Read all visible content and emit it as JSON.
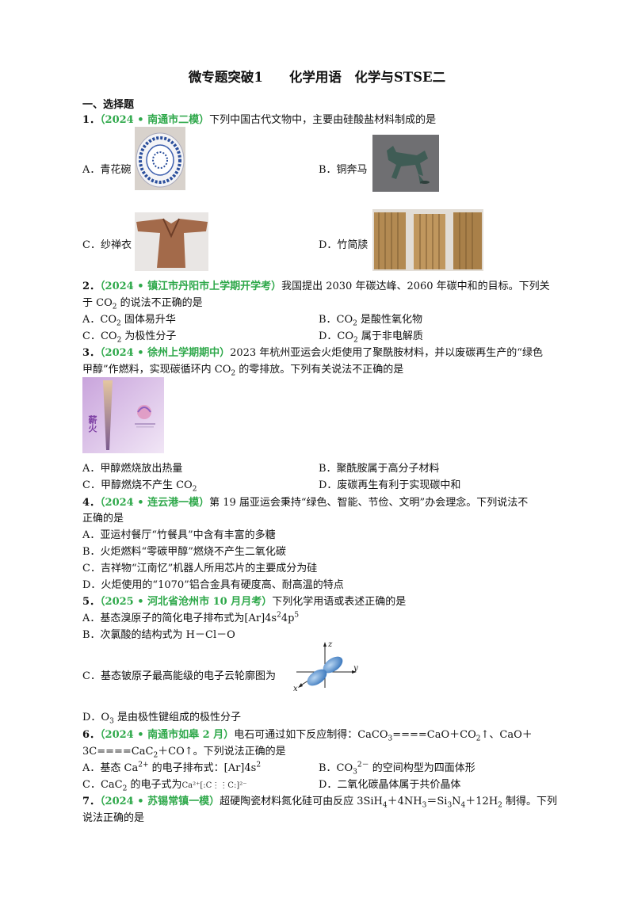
{
  "title": "微专题突破1　　化学用语　化学与STSE二",
  "section": "一、选择题",
  "q1": {
    "num": "1．",
    "src": "（2024 • 南通市二模）",
    "stem": "下列中国古代文物中，主要由硅酸盐材料制成的是",
    "a": "A．青花碗",
    "b": "B．铜奔马",
    "c": "C．纱禅衣",
    "d": "D．竹简牍"
  },
  "q2": {
    "num": "2．",
    "src": "（2024 • 镇江市丹阳市上学期开学考）",
    "stem1": "我国提出 2030 年碳达峰、2060 年碳中和的目标。下列关",
    "stem2a": "于 CO",
    "stem2b": "2",
    "stem2c": " 的说法不正确的是",
    "a1": "A．CO",
    "a2": "2",
    "a3": " 固体易升华",
    "b1": "B．CO",
    "b2": "2",
    "b3": " 是酸性氧化物",
    "c1": "C．CO",
    "c2": "2",
    "c3": " 为极性分子",
    "d1": "D．CO",
    "d2": "2",
    "d3": " 属于非电解质"
  },
  "q3": {
    "num": "3．",
    "src": "（2024 • 徐州上学期期中）",
    "stem1": "2023 年杭州亚运会火炬使用了聚酰胺材料，并以废碳再生产的“绿色",
    "stem2a": "甲醇”作燃料，实现碳循环内 CO",
    "stem2b": "2",
    "stem2c": " 的零排放。下列有关说法不正确的是",
    "a": "A．甲醇燃烧放出热量",
    "b": "B．聚酰胺属于高分子材料",
    "c1": "C．甲醇燃烧不产生 CO",
    "c2": "2",
    "d": "D．废碳再生有利于实现碳中和",
    "torch_text": "薪火"
  },
  "q4": {
    "num": "4．",
    "src": "（2024 • 连云港一模）",
    "stem1": "第 19 届亚运会秉持“绿色、智能、节俭、文明”办会理念。下列说法不",
    "stem2": "正确的是",
    "a": "A．亚运村餐厅“竹餐具”中含有丰富的多糖",
    "b": "B．火炬燃料“零碳甲醇”燃烧不产生二氧化碳",
    "c": "C．吉祥物“江南忆”机器人所用芯片的主要成分为硅",
    "d": "D．火炬使用的“1070”铝合金具有硬度高、耐高温的特点"
  },
  "q5": {
    "num": "5．",
    "src": "（2025 • 河北省沧州市 10 月月考）",
    "stem": "下列化学用语或表述正确的是",
    "a1": "A．基态溴原子的简化电子排布式为[Ar]4s",
    "a2": "2",
    "a3": "4p",
    "a4": "5",
    "b": "B．次氯酸的结构式为 H－Cl－O",
    "c": "C．基态铍原子最高能级的电子云轮廓图为",
    "d1": "D．O",
    "d2": "3",
    "d3": " 是由极性键组成的极性分子",
    "axis_z": "z",
    "axis_y": "y",
    "axis_x": "x"
  },
  "q6": {
    "num": "6．",
    "src": "（2024 • 南通市如皋 2 月）",
    "stem1a": "电石可通过如下反应制得：CaCO",
    "stem1b": "3",
    "stem1c": "====CaO＋CO",
    "stem1d": "2",
    "stem1e": "↑、CaO＋",
    "stem2a": "3C====CaC",
    "stem2b": "2",
    "stem2c": "＋CO↑。下列说法正确的是",
    "a1": "A．基态 Ca",
    "a2": "2+",
    "a3": " 的电子排布式：[Ar]4s",
    "a4": "2",
    "b1": "B．CO",
    "b2": "3",
    "b3": "2－",
    "b4": " 的空间构型为四面体形",
    "c1": "C．CaC",
    "c2": "2",
    "c3": " 的电子式为",
    "c_formula": "Ca²⁺[:C⋮⋮C:]²⁻",
    "d": "D．二氧化碳晶体属于共价晶体"
  },
  "q7": {
    "num": "7．",
    "src": "（2024 • 苏锡常镇一模）",
    "stem1a": "超硬陶瓷材料氮化硅可由反应 3SiH",
    "stem1b": "4",
    "stem1c": "＋4NH",
    "stem1d": "3",
    "stem1e": "＝Si",
    "stem1f": "3",
    "stem1g": "N",
    "stem1h": "4",
    "stem1i": "＋12H",
    "stem1j": "2",
    "stem1k": " 制得。下列",
    "stem2": "说法正确的是"
  }
}
